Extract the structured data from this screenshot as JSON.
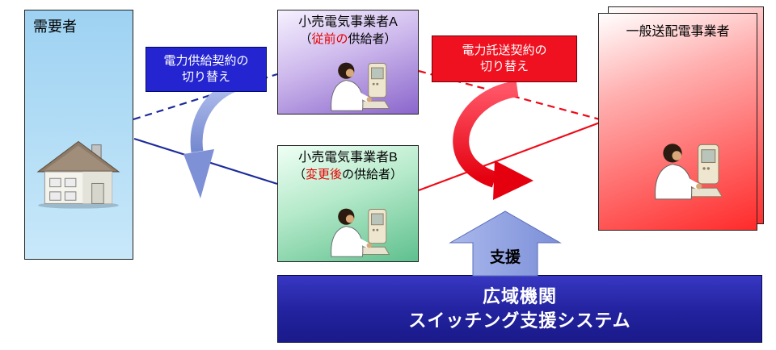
{
  "diagram": {
    "consumer": {
      "title": "需要者"
    },
    "retailer_a": {
      "title": "小売電気事業者A",
      "subtitle_pre": "（",
      "subtitle_red": "従前の",
      "subtitle_post": "供給者）"
    },
    "retailer_b": {
      "title": "小売電気事業者B",
      "subtitle_pre": "（",
      "subtitle_red": "変更後",
      "subtitle_post": "の供給者）"
    },
    "grid_operator": {
      "title": "一般送配電事業者"
    },
    "labels": {
      "supply_switch_line1": "電力供給契約の",
      "supply_switch_line2": "切り替え",
      "transmission_switch_line1": "電力託送契約の",
      "transmission_switch_line2": "切り替え",
      "support": "支援"
    },
    "system_box": {
      "line1": "広域機関",
      "line2": "スイッチング支援システム"
    },
    "icons": {
      "consumer": "house-icon",
      "retailer_a": "person-at-computer-icon",
      "retailer_b": "person-at-computer-icon",
      "grid_operator": "person-at-computer-icon"
    },
    "colors": {
      "supply_label_bg": "#2424d0",
      "transmission_label_bg": "#ef1020",
      "system_box_bg": "#22229e",
      "consumer_box_bg": "#a6d8f6",
      "retailer_a_accent": "#8a66cc",
      "retailer_b_accent": "#5fc08e",
      "grid_operator_accent": "#ff2a2a",
      "blue_line": "#1b2a9b",
      "red_line": "#ee0a18",
      "support_arrow": "#8d9fe0",
      "red_highlight_text": "#e80000"
    }
  }
}
